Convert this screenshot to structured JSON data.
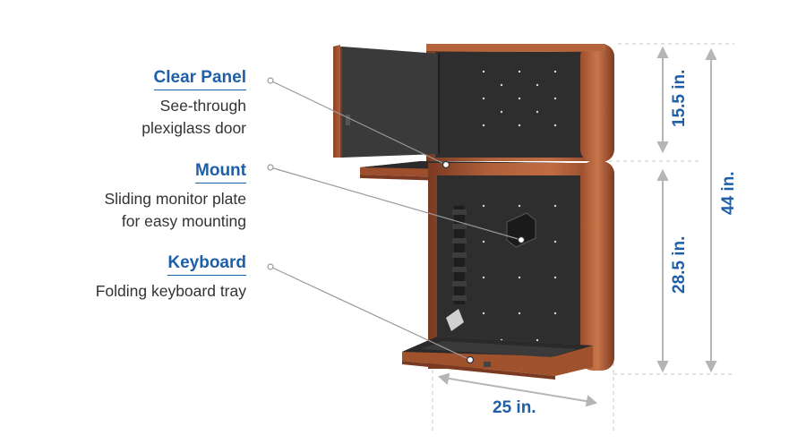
{
  "callouts": {
    "clear_panel": {
      "title": "Clear Panel",
      "lines": [
        "See-through",
        "plexiglass door"
      ]
    },
    "mount": {
      "title": "Mount",
      "lines": [
        "Sliding monitor plate",
        "for easy mounting"
      ]
    },
    "keyboard": {
      "title": "Keyboard",
      "lines": [
        "Folding keyboard tray"
      ]
    }
  },
  "dimensions": {
    "upper_height": "15.5 in.",
    "lower_height": "28.5 in.",
    "total_height": "44 in.",
    "width": "25 in."
  },
  "colors": {
    "accent": "#1f5fa8",
    "text": "#333333",
    "wood": "#a0522d",
    "interior": "#2e2e2e",
    "dimension_line": "#b5b5b5"
  }
}
